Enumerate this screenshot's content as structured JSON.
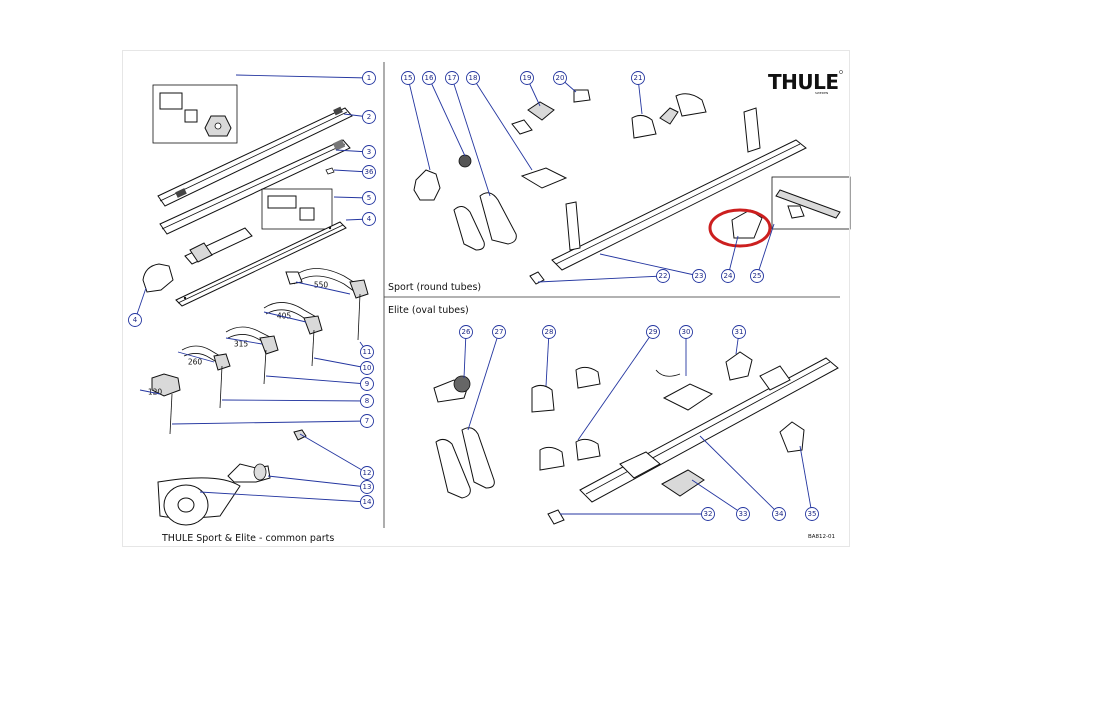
{
  "brand": {
    "logo_text": "THULE",
    "logo_sub": "SWEDEN"
  },
  "footer": {
    "caption": "THULE Sport & Elite - common parts",
    "code": "BA812-01"
  },
  "sections": {
    "sport": "Sport (round tubes)",
    "elite": "Elite (oval tubes)"
  },
  "dimensions": [
    "550",
    "405",
    "315",
    "260",
    "120"
  ],
  "callouts": [
    "1",
    "2",
    "3",
    "36",
    "5",
    "4",
    "4",
    "11",
    "10",
    "9",
    "8",
    "7",
    "12",
    "13",
    "14",
    "15",
    "16",
    "17",
    "18",
    "19",
    "20",
    "21",
    "22",
    "23",
    "24",
    "25",
    "26",
    "27",
    "28",
    "29",
    "30",
    "31",
    "32",
    "33",
    "34",
    "35"
  ],
  "highlight": {
    "color": "#cc1f1f",
    "target_label": "24"
  },
  "colors": {
    "callout": "#1f2a86",
    "leader": "#2436a0",
    "ink": "#111111"
  }
}
